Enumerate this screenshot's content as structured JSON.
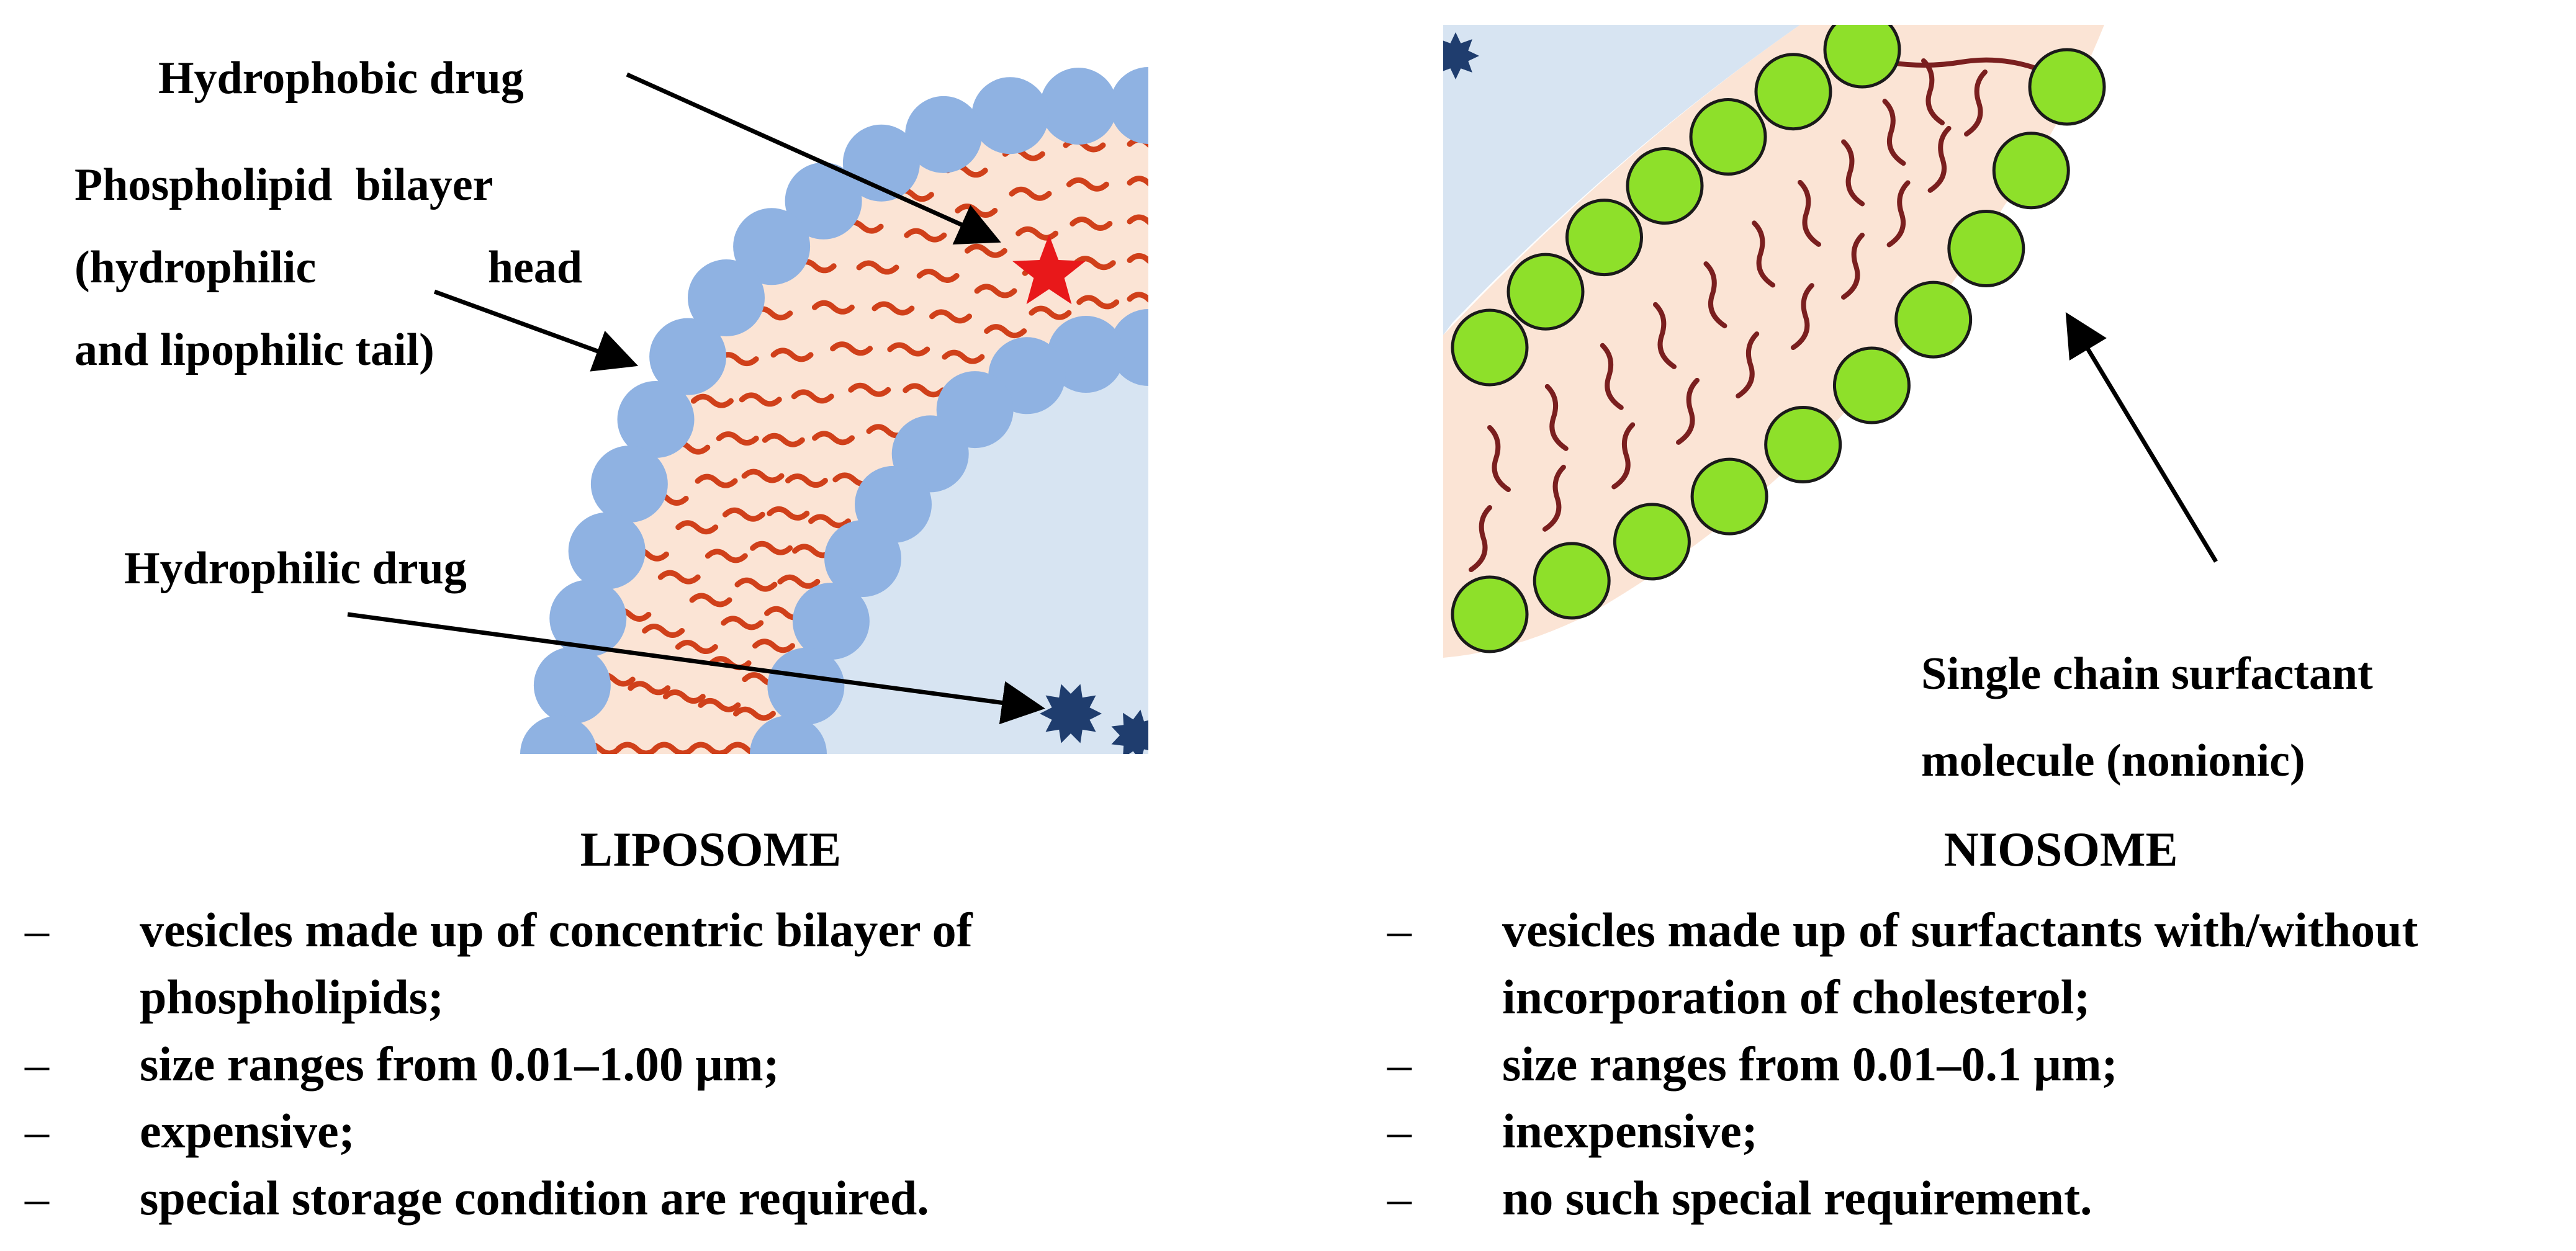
{
  "liposome": {
    "title": "LIPOSOME",
    "labels": {
      "hydrophobic_drug": "Hydrophobic drug",
      "bilayer_line1": "Phospholipid  bilayer",
      "bilayer_line2a": "(hydrophilic",
      "bilayer_line2b": "head",
      "bilayer_line3": "and lipophilic tail)",
      "hydrophilic_drug": "Hydrophilic drug"
    },
    "bullets": [
      "vesicles made up of concentric bilayer of phospholipids;",
      "size ranges from 0.01–1.00 μm;",
      "expensive;",
      "special storage condition are required."
    ]
  },
  "niosome": {
    "title": "NIOSOME",
    "labels": {
      "surfactant_line1": "Single chain surfactant",
      "surfactant_line2": "molecule (nonionic)"
    },
    "bullets": [
      "vesicles made up of surfactants with/without incorporation of cholesterol;",
      "size ranges from 0.01–0.1 μm;",
      "inexpensive;",
      "no such special requirement."
    ]
  },
  "bullet_marker": "–",
  "colors": {
    "phospholipid_head": "#8fb2e2",
    "surfactant_head": "#8ee02a",
    "lipid_tail": "#d0401a",
    "surfactant_tail": "#7a1f1f",
    "bilayer_interior": "#fbe4d5",
    "aqueous_core": "#d7e4f2",
    "hydrophobic_drug": "#e8181a",
    "hydrophilic_drug": "#1f3d6e"
  }
}
